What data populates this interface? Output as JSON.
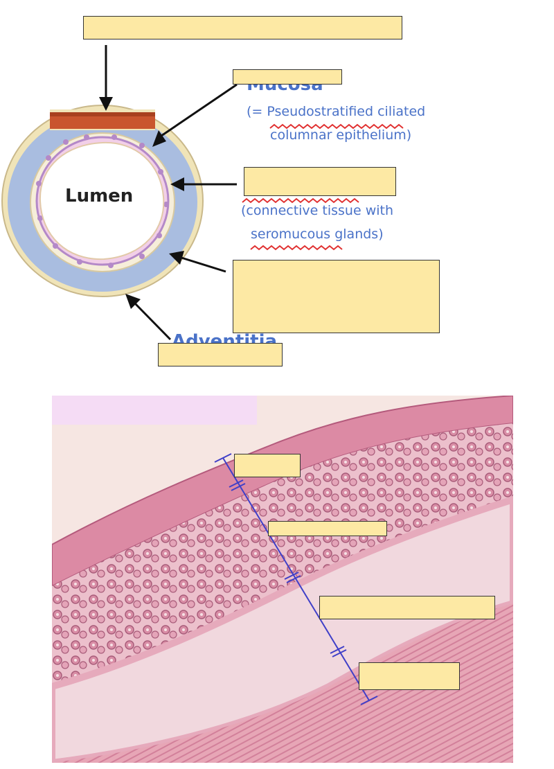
{
  "diagram": {
    "lumen_label": "Lumen",
    "mucosa_partial": "Mucosa",
    "mucosa_desc_line1": "(= Pseudostratified ciliated",
    "mucosa_desc_line2": "columnar epithelium)",
    "submucosa_desc_line1": "(connective tissue with",
    "submucosa_desc_line2": "seromucous glands)",
    "adventitia_partial": "Adventitia",
    "colors": {
      "label_box_fill": "#fde9a4",
      "annotation_text": "#4a72c8",
      "adventitia_outer": "#f0e4b8",
      "cartilage": "#a9bde0",
      "mucosa_pink": "#f2cfe8",
      "epithelium_purple": "#b489c8",
      "smooth_muscle": "#c9552e",
      "measurement_line": "#3f3fc8"
    }
  },
  "micrograph": {
    "colors": {
      "tissue_pink": "#e8a8b8",
      "tissue_light": "#f5dde2",
      "corner_band": "#f5dcf5"
    }
  }
}
